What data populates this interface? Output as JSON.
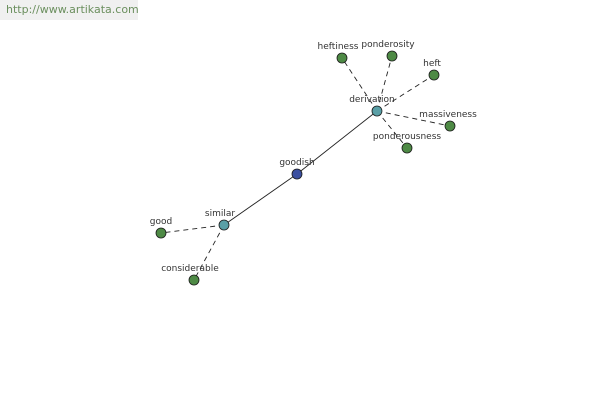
{
  "watermark": {
    "text": "http://www.artikata.com"
  },
  "colors": {
    "root": "#3b4fa0",
    "hub": "#5a9fa6",
    "leaf": "#4e8a45",
    "edge": "#222222",
    "label": "#333333"
  },
  "graph": {
    "nodes": [
      {
        "id": "goodish",
        "label": "goodish",
        "kind": "root"
      },
      {
        "id": "derivation",
        "label": "derivation",
        "kind": "hub"
      },
      {
        "id": "similar",
        "label": "similar",
        "kind": "hub"
      },
      {
        "id": "heftiness",
        "label": "heftiness",
        "kind": "leaf"
      },
      {
        "id": "ponderosity",
        "label": "ponderosity",
        "kind": "leaf"
      },
      {
        "id": "heft",
        "label": "heft",
        "kind": "leaf"
      },
      {
        "id": "massiveness",
        "label": "massiveness",
        "kind": "leaf"
      },
      {
        "id": "ponderousness",
        "label": "ponderousness",
        "kind": "leaf"
      },
      {
        "id": "good",
        "label": "good",
        "kind": "leaf"
      },
      {
        "id": "considerable",
        "label": "considerable",
        "kind": "leaf"
      }
    ],
    "edges": [
      {
        "from": "goodish",
        "to": "derivation",
        "style": "solid"
      },
      {
        "from": "goodish",
        "to": "similar",
        "style": "solid"
      },
      {
        "from": "derivation",
        "to": "heftiness",
        "style": "dashed"
      },
      {
        "from": "derivation",
        "to": "ponderosity",
        "style": "dashed"
      },
      {
        "from": "derivation",
        "to": "heft",
        "style": "dashed"
      },
      {
        "from": "derivation",
        "to": "massiveness",
        "style": "dashed"
      },
      {
        "from": "derivation",
        "to": "ponderousness",
        "style": "dashed"
      },
      {
        "from": "similar",
        "to": "good",
        "style": "dashed"
      },
      {
        "from": "similar",
        "to": "considerable",
        "style": "dashed"
      }
    ]
  }
}
